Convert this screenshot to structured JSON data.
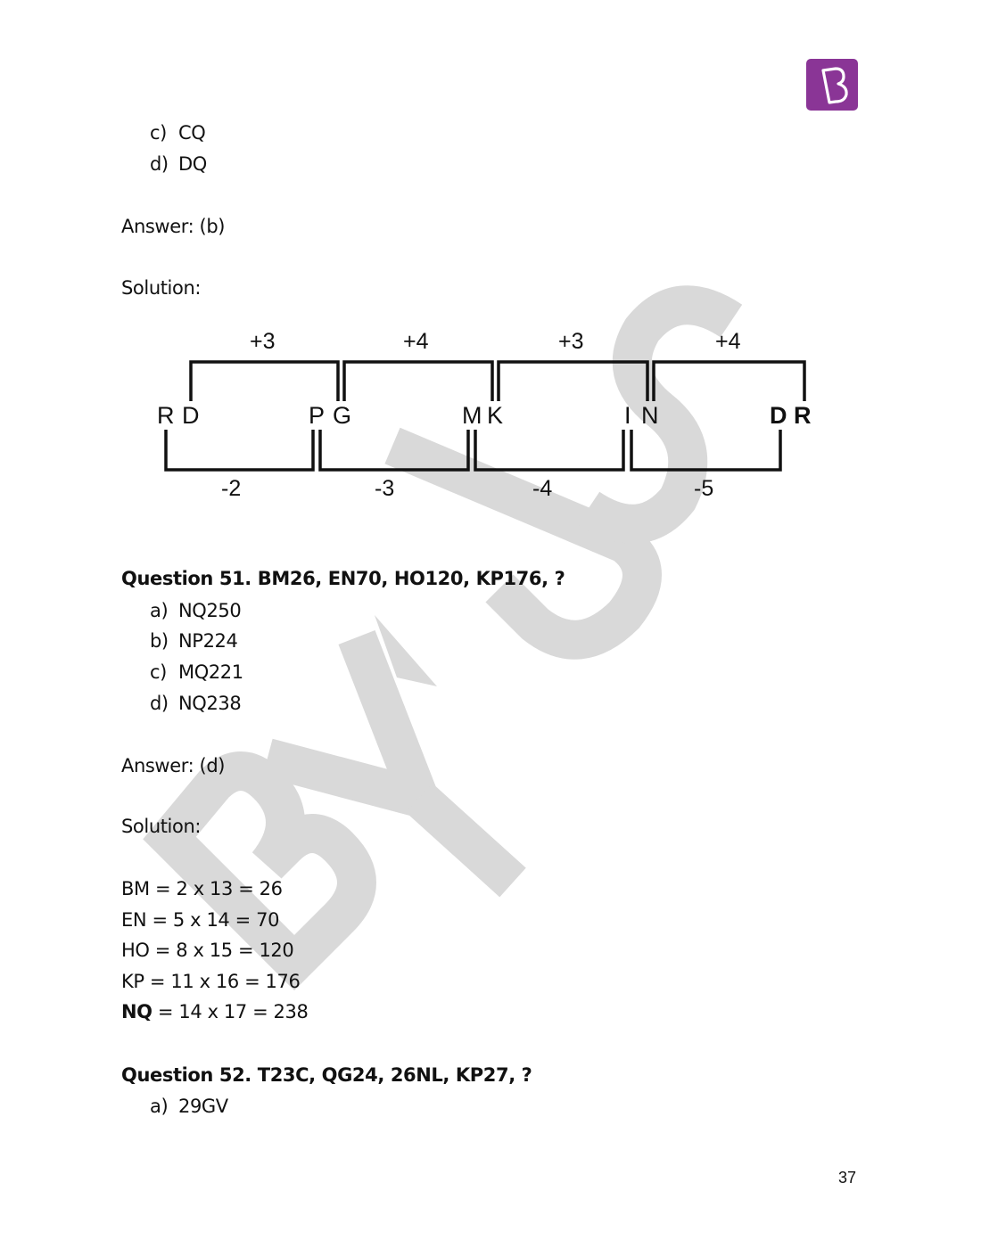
{
  "header": {
    "logo_icon": "byjus-logo-icon",
    "logo_letter": "B",
    "logo_color": "#8a3596"
  },
  "prev_question": {
    "options": [
      {
        "letter": "c)",
        "text": "CQ"
      },
      {
        "letter": "d)",
        "text": "DQ"
      }
    ],
    "answer": "Answer: (b)",
    "solution_label": "Solution:",
    "diagram": {
      "top_labels": [
        "+3",
        "+4",
        "+3",
        "+4"
      ],
      "bottom_labels": [
        "-2",
        "-3",
        "-4",
        "-5"
      ],
      "pairs": [
        {
          "first": "R",
          "second": "D"
        },
        {
          "first": "P",
          "second": "G"
        },
        {
          "first": "M",
          "second": "K"
        },
        {
          "first": "I",
          "second": "N"
        },
        {
          "first": "D",
          "second": "R"
        }
      ]
    }
  },
  "q51": {
    "title": "Question 51. BM26, EN70, HO120, KP176, ?",
    "options": [
      {
        "letter": "a)",
        "text": "NQ250"
      },
      {
        "letter": "b)",
        "text": "NP224"
      },
      {
        "letter": "c)",
        "text": "MQ221"
      },
      {
        "letter": "d)",
        "text": "NQ238"
      }
    ],
    "answer": "Answer: (d)",
    "solution_label": "Solution:",
    "solution_lines": [
      {
        "bold": "",
        "text": "BM = 2 x 13 = 26"
      },
      {
        "bold": "",
        "text": "EN = 5 x 14 = 70"
      },
      {
        "bold": "",
        "text": "HO = 8 x 15 = 120"
      },
      {
        "bold": "",
        "text": "KP = 11 x 16 = 176"
      },
      {
        "bold": "NQ",
        "text": " = 14 x 17 = 238"
      }
    ]
  },
  "q52": {
    "title": "Question 52. T23C, QG24, 26NL, KP27, ?",
    "options": [
      {
        "letter": "a)",
        "text": "29GV"
      }
    ]
  },
  "watermark": {
    "text": "BYJU'S",
    "color": "#d9d9d9"
  },
  "footer": {
    "page_number": "37"
  }
}
